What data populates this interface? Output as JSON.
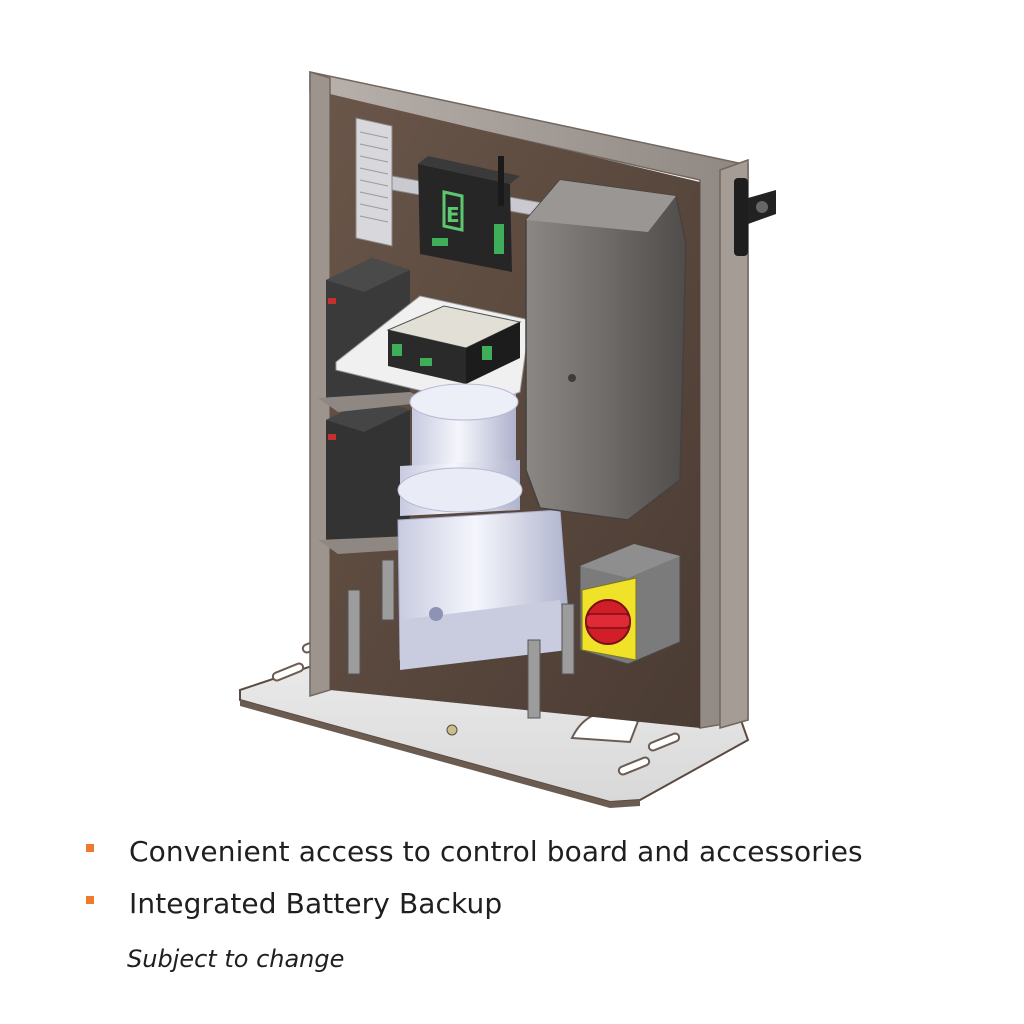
{
  "colors": {
    "bullet": "#f07a2c",
    "text": "#1f1f1f",
    "panel": "#5b4a40",
    "frame": "#a59c95",
    "housing": "#6f6b68",
    "battery": "#3a3a3a",
    "motor": "#e6e8f5",
    "switch_knob": "#d11f2a",
    "switch_plate": "#f0e129",
    "control_board": "#2b2b2b"
  },
  "illustration": {
    "board_logo": "E"
  },
  "features": [
    {
      "text": "Convenient access to control board and accessories",
      "icon": "square-bullet-icon"
    },
    {
      "text": "Integrated Battery Backup",
      "icon": "square-bullet-icon"
    }
  ],
  "disclaimer": "Subject to change"
}
